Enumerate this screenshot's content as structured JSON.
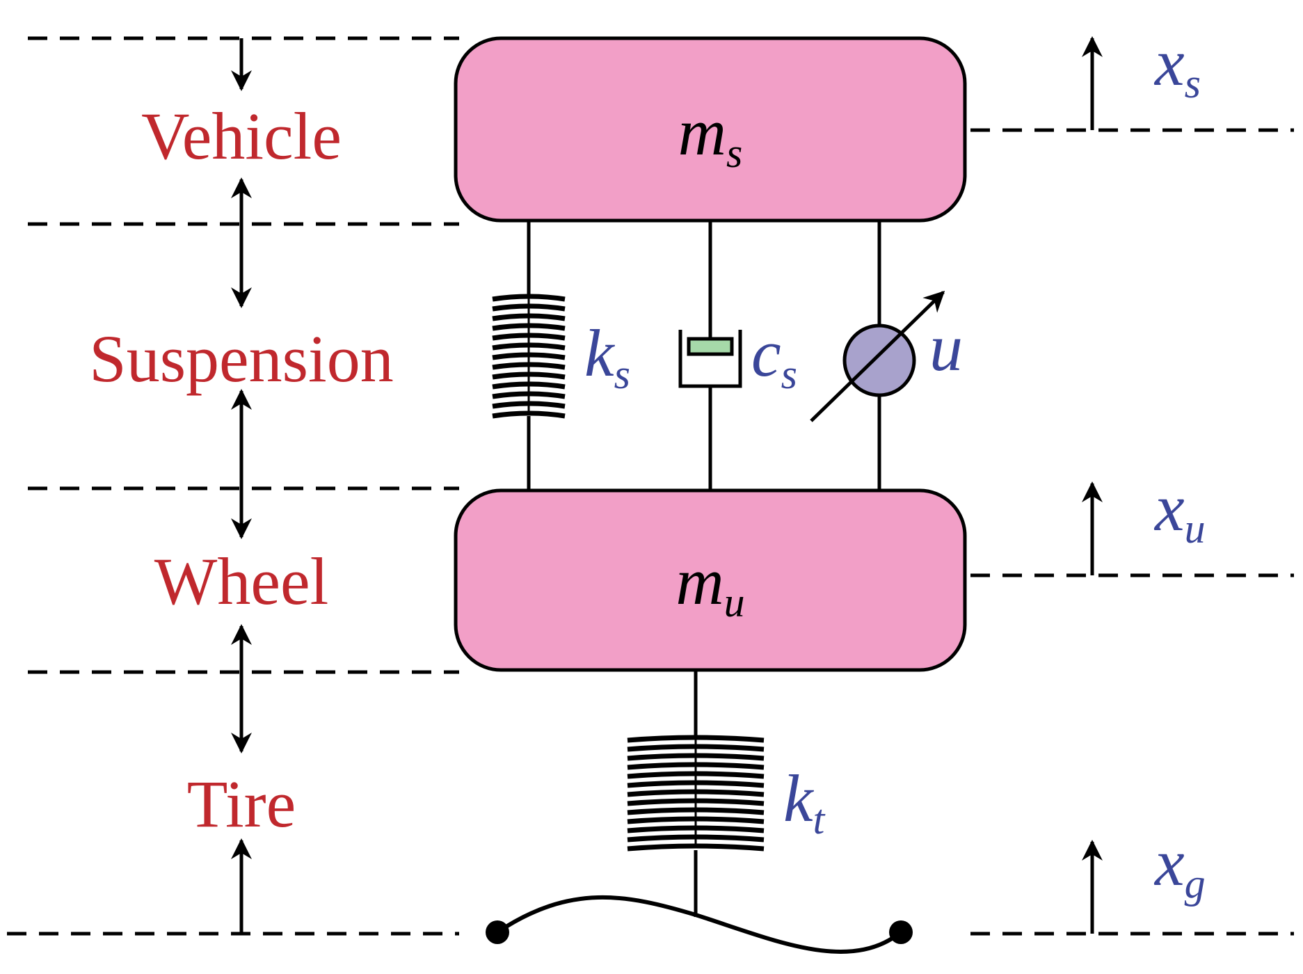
{
  "colors": {
    "section_label": "#c0282d",
    "math_label": "#3a4699",
    "mass_fill": "#f29fc7",
    "damper_piston": "#a6d9a9",
    "actuator_fill": "#a8a2cc",
    "line": "#000000"
  },
  "sections": [
    {
      "id": "vehicle",
      "label": "Vehicle"
    },
    {
      "id": "suspension",
      "label": "Suspension"
    },
    {
      "id": "wheel",
      "label": "Wheel"
    },
    {
      "id": "tire",
      "label": "Tire"
    }
  ],
  "masses": {
    "sprung": {
      "base": "m",
      "sub": "s"
    },
    "unsprung": {
      "base": "m",
      "sub": "u"
    }
  },
  "suspension_elements": {
    "spring": {
      "base": "k",
      "sub": "s"
    },
    "damper": {
      "base": "c",
      "sub": "s"
    },
    "actuator": {
      "base": "u",
      "sub": ""
    }
  },
  "tire_element": {
    "spring": {
      "base": "k",
      "sub": "t"
    }
  },
  "displacements": [
    {
      "id": "xs",
      "base": "x",
      "sub": "s"
    },
    {
      "id": "xu",
      "base": "x",
      "sub": "u"
    },
    {
      "id": "xg",
      "base": "x",
      "sub": "g"
    }
  ]
}
